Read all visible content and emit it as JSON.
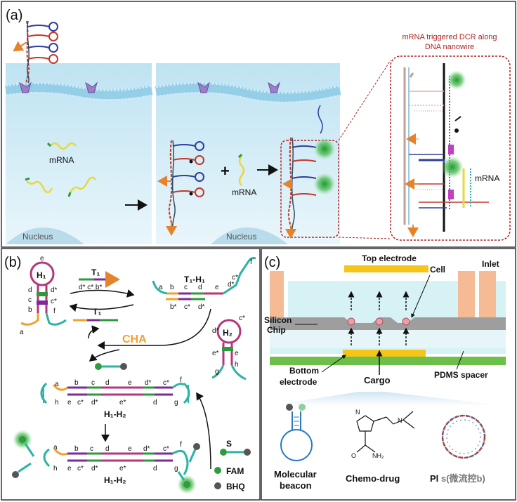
{
  "panel_a": {
    "label": "(a)",
    "mrna_left": "mRNA",
    "mrna_mid": "mRNA",
    "mrna_inset": "mRNA",
    "nucleus_left": "Nucleus",
    "nucleus_mid": "Nucleus",
    "inset_title_line1": "mRNA triggered DCR along",
    "inset_title_line2": "DNA nanowire",
    "plus": "+",
    "arrow": "→"
  },
  "panel_b": {
    "label": "(b)",
    "h1": "H₁",
    "t1_top": "T₁",
    "t1_bottom": "T₁",
    "t1h1": "T₁-H₁",
    "h2": "H₂",
    "h1h2_a": "H₁-H₂",
    "h1h2_b": "H₁-H₂",
    "cha": "CHA",
    "s": "S",
    "fam": "FAM",
    "bhq": "BHQ",
    "t1_domains": "d* c* b*",
    "h1_left_letters": [
      "e",
      "d",
      "c",
      "b",
      "a"
    ],
    "h1_right_letters": [
      "d*",
      "c*",
      "f"
    ],
    "t1h1_top_letters": [
      "a",
      "b",
      "c",
      "d",
      "e",
      "d*",
      "c*"
    ],
    "t1h1_bottom_letters": [
      "b*",
      "c*",
      "d*"
    ],
    "h2_letters": [
      "c*",
      "d*",
      "e*",
      "e",
      "h",
      "g"
    ],
    "complex_top_letters": [
      "a",
      "b",
      "c",
      "d",
      "e",
      "d*",
      "c*",
      "f"
    ],
    "complex_bottom_letters": [
      "h",
      "e",
      "c*",
      "d*",
      "e*",
      "d",
      "g"
    ]
  },
  "panel_c": {
    "label": "(c)",
    "top_electrode": "Top electrode",
    "inlet": "Inlet",
    "cell": "Cell",
    "silicon_chip_line1": "Silicon",
    "silicon_chip_line2": "Chip",
    "bottom_electrode_line1": "Bottom",
    "bottom_electrode_line2": "electrode",
    "cargo": "Cargo",
    "pdms_spacer": "PDMS spacer",
    "molecular_beacon_line1": "Molecular",
    "molecular_beacon_line2": "beacon",
    "chemo_drug": "Chemo-drug",
    "plasmid": "Pl",
    "watermark": "s(微流控b)",
    "nh2": "NH₂",
    "o": "O",
    "n_label": "N",
    "hn_label": "N"
  },
  "colors": {
    "border": "#333333",
    "membrane_blue": "#9fd3ea",
    "cell_blue": "#dff1f9",
    "nucleus": "#b9dcea",
    "orange_arrow": "#e5832a",
    "cha_orange": "#f0a030",
    "inset_red": "#b22222",
    "teal": "#2bb3a3",
    "green_dot": "#2a9a3a",
    "fam_green": "#2e9b3e",
    "bhq_gray": "#555555",
    "electrode_yellow": "#f5c518",
    "pdms_orange": "#f4bb95",
    "silicon_gray": "#9e9e9e",
    "pdms_green": "#6cc04a",
    "chamber_cyan": "#d7f2f5",
    "beacon_blue": "#2a7bbf"
  }
}
